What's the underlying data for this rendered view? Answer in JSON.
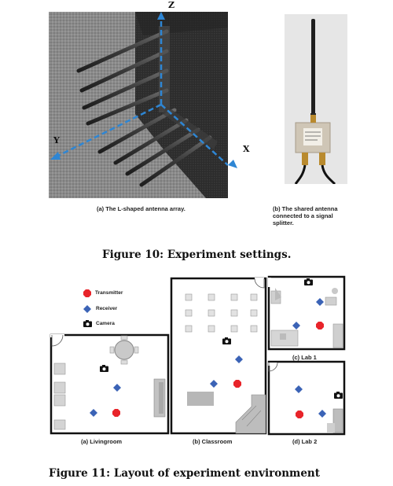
{
  "figure10": {
    "caption": "Figure 10: Experiment settings.",
    "subfig_a": {
      "caption": "(a) The L-shaped antenna array.",
      "axes": {
        "z": "Z",
        "y": "Y",
        "x": "X"
      }
    },
    "subfig_b": {
      "caption_lines": [
        "(b) The shared antenna",
        "connected to a signal",
        "splitter."
      ]
    }
  },
  "figure11": {
    "caption": "Figure 11: Layout of experiment environment",
    "legend": {
      "transmitter": "Transmitter",
      "receiver": "Receiver",
      "camera": "Camera"
    },
    "rooms": {
      "livingroom": "(a) Livingroom",
      "classroom": "(b) Classroom",
      "lab1": "(c) Lab 1",
      "lab2": "(d) Lab 2"
    },
    "colors": {
      "transmitter": "#e8242a",
      "receiver": "#3b63b6",
      "camera": "#111111",
      "wall": "#111111",
      "furniture": "#b7b7b7"
    }
  }
}
